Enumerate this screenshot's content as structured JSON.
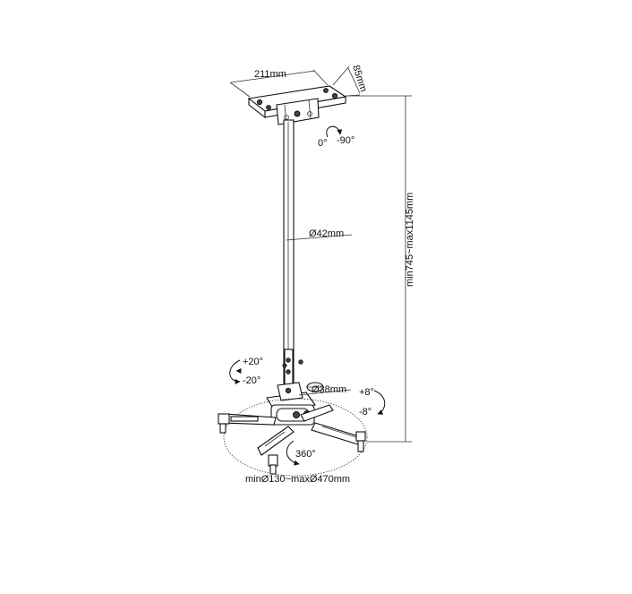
{
  "dimensions": {
    "plate_width": "211mm",
    "plate_depth": "85mm",
    "tilt_top": "0°",
    "tilt_top_range": "-90°",
    "pole_diameter": "Ø42mm",
    "height_range": "min745~max1145mm",
    "tilt_plus": "+20°",
    "tilt_minus": "-20°",
    "joint_diameter": "Ø38mm",
    "side_plus": "+8°",
    "side_minus": "-8°",
    "rotation": "360°",
    "arm_span": "minØ130~maxØ470mm"
  }
}
